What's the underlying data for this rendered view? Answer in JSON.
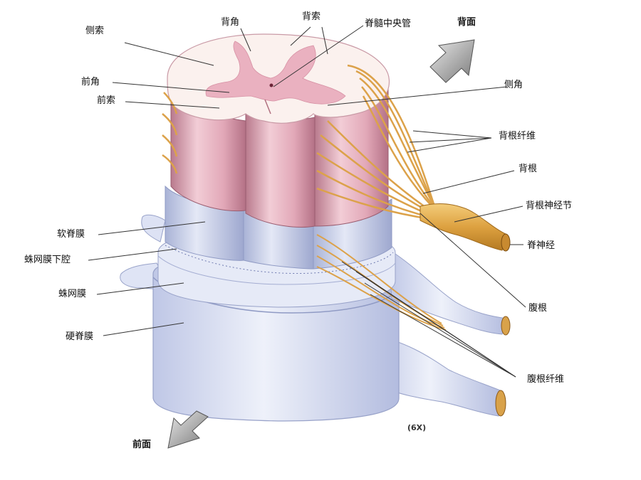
{
  "labels": {
    "lateral_funiculus": "侧索",
    "posterior_horn": "背角",
    "posterior_funiculus": "背索",
    "central_canal": "脊髓中央管",
    "dorsal": "背面",
    "anterior_horn": "前角",
    "anterior_funiculus": "前索",
    "lateral_horn": "侧角",
    "dorsal_rootlets": "背根纤维",
    "dorsal_root": "背根",
    "dorsal_root_ganglion": "背根神经节",
    "pia_mater": "软脊膜",
    "spinal_nerve": "脊神经",
    "subarachnoid_space": "蛛网膜下腔",
    "arachnoid": "蛛网膜",
    "ventral_root": "腹根",
    "dura_mater": "硬脊膜",
    "ventral_rootlets": "腹根纤维",
    "magnification": "(6X)",
    "ventral": "前面"
  },
  "colors": {
    "white_matter": "#fbf1ee",
    "gray_matter": "#eab1c0",
    "column_pink": "#d99aac",
    "pia": "#c8d0ea",
    "dura": "#d3d9ef",
    "nerve": "#dca24a",
    "nerve_light": "#f0c36a",
    "arrow": "#9a9a9a"
  }
}
